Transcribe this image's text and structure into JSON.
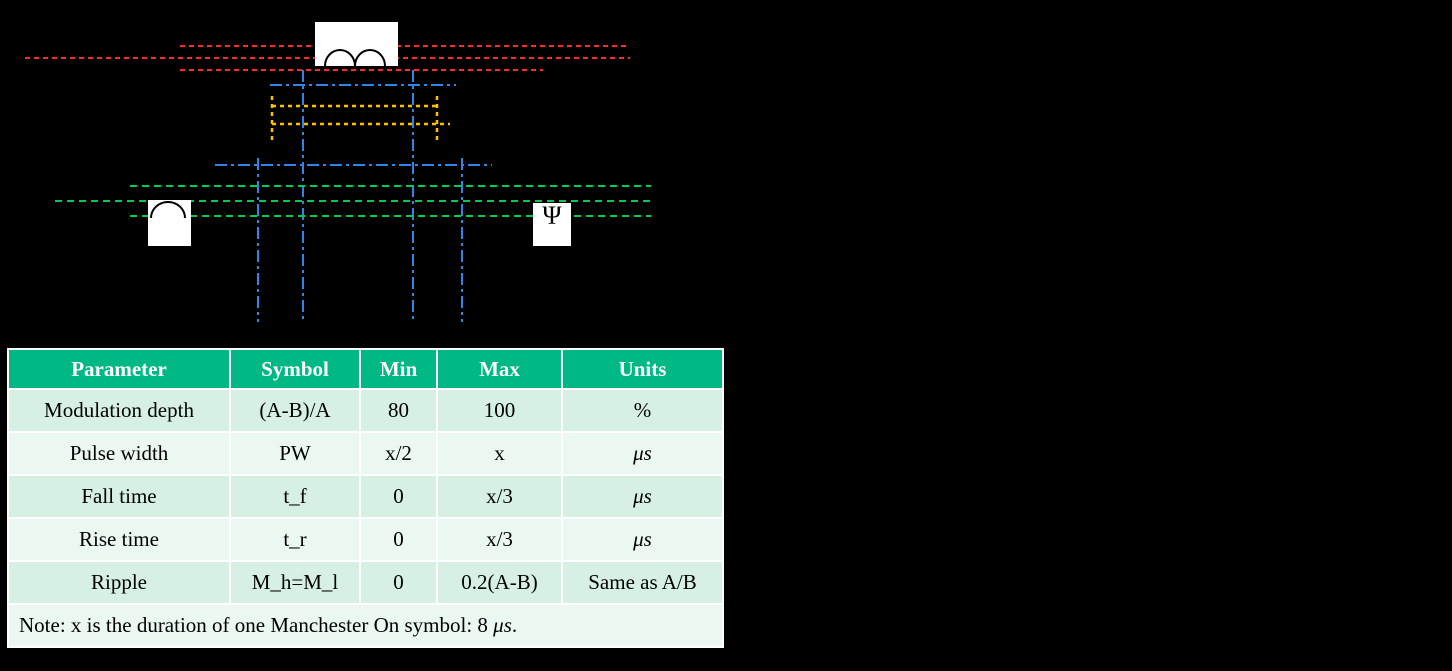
{
  "canvas": {
    "background": "#000000"
  },
  "diagram": {
    "psi_glyph": "Ψ",
    "colors": {
      "level_a_band": "#FF2A2A",
      "level_b_band": "#00CC55",
      "timing_guides": "#2F86E8",
      "ripple_band": "#FFC000",
      "label_box_fill": "#FFFFFF"
    }
  },
  "table": {
    "headers": [
      "Parameter",
      "Symbol",
      "Min",
      "Max",
      "Units"
    ],
    "rows": [
      {
        "parameter": "Modulation depth",
        "symbol": "(A-B)/A",
        "min": "80",
        "max": "100",
        "units": "%"
      },
      {
        "parameter": "Pulse width",
        "symbol": "PW",
        "min": "x/2",
        "max": "x",
        "units": "μs"
      },
      {
        "parameter": "Fall time",
        "symbol": "t_f",
        "min": "0",
        "max": "x/3",
        "units": "μs"
      },
      {
        "parameter": "Rise time",
        "symbol": "t_r",
        "min": "0",
        "max": "x/3",
        "units": "μs"
      },
      {
        "parameter": "Ripple",
        "symbol": "M_h=M_l",
        "min": "0",
        "max": "0.2(A-B)",
        "units": "Same as A/B"
      }
    ],
    "note": {
      "prefix": "Note: x is the duration of one Manchester On symbol: 8 ",
      "mu": "μs",
      "suffix": "."
    },
    "colors": {
      "header_bg": "#00B884",
      "header_text": "#FFFFFF",
      "row_odd_bg": "#D6F1E3",
      "row_even_bg": "#EAF8F1",
      "body_text": "#000000",
      "gridline": "#FFFFFF"
    }
  }
}
